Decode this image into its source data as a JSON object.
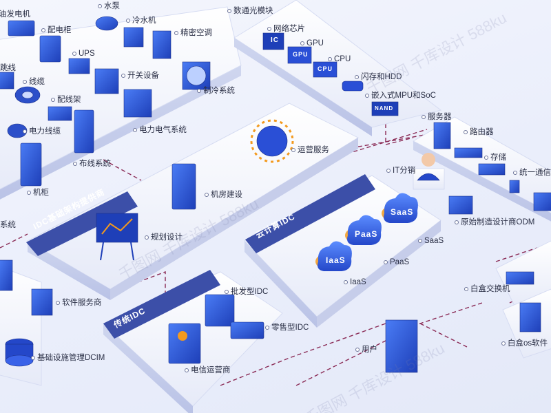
{
  "labels": {
    "diesel_gen": "油发电机",
    "distribution_cabinet": "配电柜",
    "water_pump": "水泵",
    "chiller": "冷水机",
    "precision_ac": "精密空调",
    "ups": "UPS",
    "jumper": "跳线",
    "cable": "线缆",
    "switchgear": "开关设备",
    "wiring_rack": "配线架",
    "refrigeration": "制冷系统",
    "power_cable": "电力线缆",
    "power_electric": "电力电气系统",
    "cabling_system": "布线系统",
    "cabinet": "机柜",
    "system": "系统",
    "optical_module": "数通光模块",
    "network_chip": "网络芯片",
    "gpu": "GPU",
    "cpu": "CPU",
    "flash_hdd": "闪存和HDD",
    "embedded_mpu": "嵌入式MPU和SoC",
    "server": "服务器",
    "router": "路由器",
    "storage": "存储",
    "unified_comm": "统一通信",
    "it_distribution": "IT分销",
    "odm": "原始制造设计商ODM",
    "operation_service": "运营服务",
    "room_construction": "机房建设",
    "planning_design": "规划设计",
    "software_vendor": "软件服务商",
    "dcim": "基础设施管理DCIM",
    "saas": "SaaS",
    "paas": "PaaS",
    "iaas": "IaaS",
    "wholesale_idc": "批发型IDC",
    "retail_idc": "零售型IDC",
    "telecom_operator": "电信运营商",
    "user": "用户",
    "whitebox_switch": "白盒交换机",
    "whitebox_os": "白盒os软件"
  },
  "banners": {
    "infra_provider": "IDC基础架构提供商",
    "cloud_idc": "云计算IDC",
    "traditional_idc": "传统IDC"
  },
  "chips": {
    "ic": "IC",
    "gpu": "GPU",
    "cpu": "CPU",
    "nand": "NAND"
  },
  "clouds": {
    "saas": "SaaS",
    "paas": "PaaS",
    "iaas": "IaaS"
  },
  "watermark": "千图网 千库设计 588ku",
  "colors": {
    "accent_blue": "#2f5be0",
    "dark_blue": "#1a3ba8",
    "platform": "#ffffff",
    "dashed": "#8a2a55",
    "orange": "#f39a1e",
    "banner": "#3c4fa8"
  }
}
